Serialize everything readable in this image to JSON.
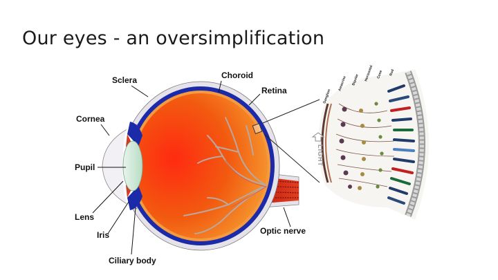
{
  "slide": {
    "title": "Our eyes - an oversimplification"
  },
  "diagram": {
    "labels": {
      "sclera": "Sclera",
      "choroid": "Choroid",
      "retina": "Retina",
      "cornea": "Cornea",
      "pupil": "Pupil",
      "lens": "Lens",
      "iris": "Iris",
      "ciliary_body": "Ciliary body",
      "optic_nerve": "Optic nerve",
      "light": "LIGHT"
    },
    "colors": {
      "sclera": "#e6e2ea",
      "choroid": "#1a2aa8",
      "retina": "#f28a3a",
      "vitreous": "#f25010",
      "vessel": "#b8a8a0",
      "lens": "#cfe8d8",
      "nerve": "#d02810"
    }
  }
}
